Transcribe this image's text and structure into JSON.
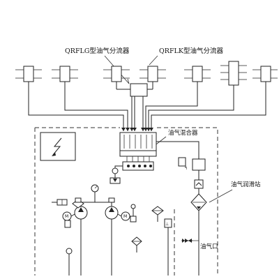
{
  "labels": {
    "qrflg": "QRFLG型油气分流器",
    "qrflk": "QRFLK型油气分流器",
    "mixer": "油气混合器",
    "station": "油气润滑站",
    "outlet": "油气口"
  },
  "colors": {
    "line": "#222222",
    "background": "#ffffff"
  }
}
